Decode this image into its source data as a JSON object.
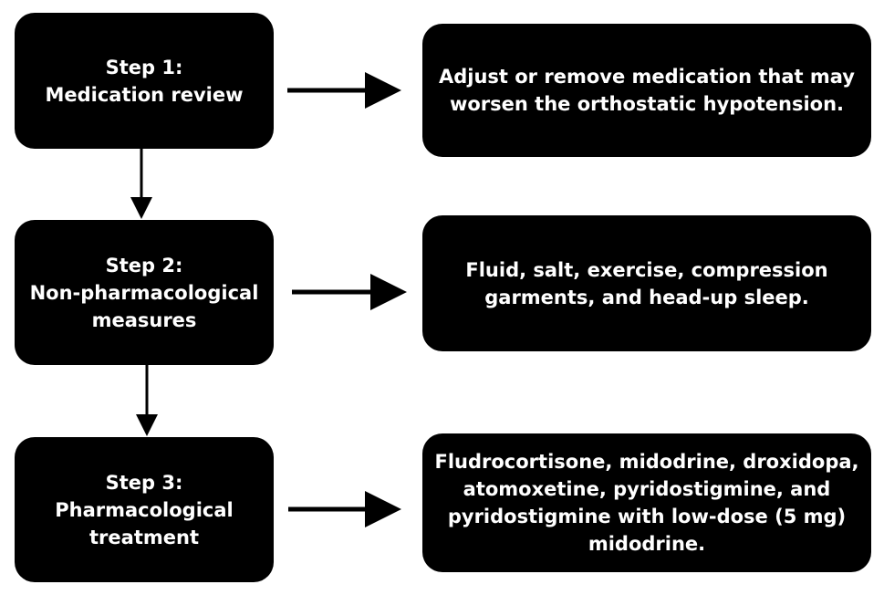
{
  "steps": [
    {
      "lines": [
        "Step 1:",
        "Medication review"
      ]
    },
    {
      "lines": [
        "Step 2:",
        "Non-pharmacological",
        "measures"
      ]
    },
    {
      "lines": [
        "Step 3:",
        "Pharmacological",
        "treatment"
      ]
    }
  ],
  "results": [
    {
      "lines": [
        "Adjust or remove medication that may",
        "worsen the orthostatic hypotension."
      ]
    },
    {
      "lines": [
        "Fluid, salt, exercise, compression",
        "garments, and head-up sleep."
      ]
    },
    {
      "lines": [
        "Fludrocortisone, midodrine, droxidopa,",
        "atomoxetine, pyridostigmine, and",
        "pyridostigmine with low-dose (5 mg)",
        "midodrine."
      ]
    }
  ]
}
